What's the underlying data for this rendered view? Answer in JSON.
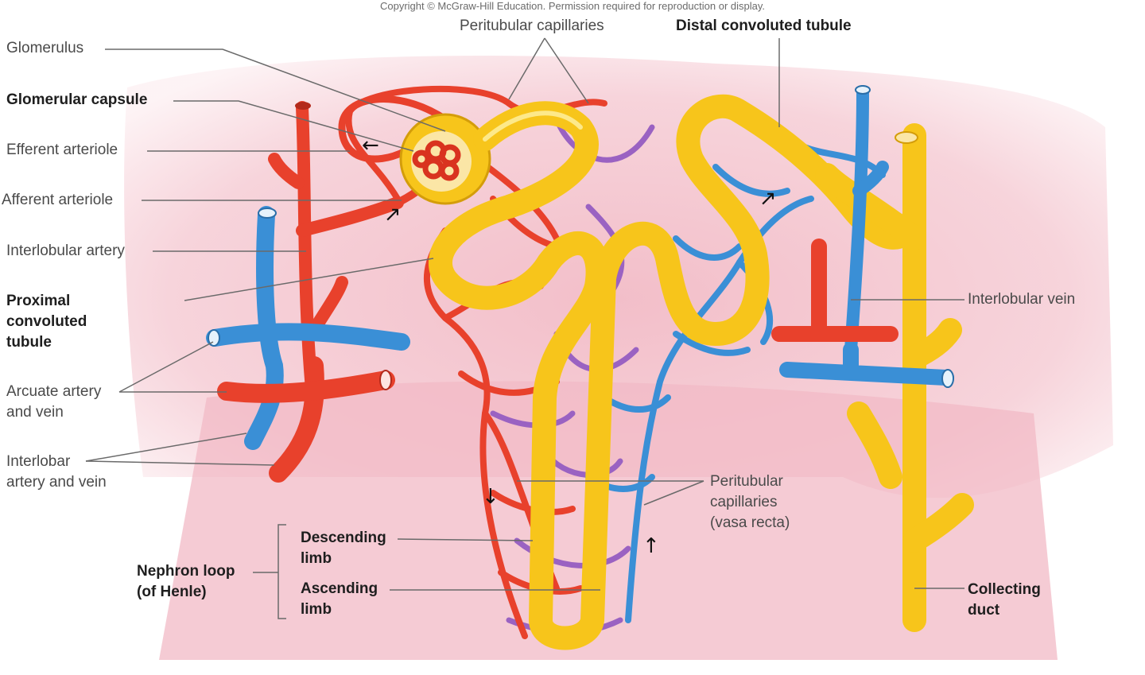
{
  "copyright": "Copyright © McGraw-Hill Education. Permission required for reproduction or display.",
  "labels": {
    "glomerulus": "Glomerulus",
    "glomerular_capsule": "Glomerular capsule",
    "efferent_arteriole": "Efferent arteriole",
    "afferent_arteriole": "Afferent arteriole",
    "interlobular_artery": "Interlobular artery",
    "proximal_convoluted_tubule": [
      "Proximal",
      "convoluted",
      "tubule"
    ],
    "arcuate_artery_vein": [
      "Arcuate artery",
      "and vein"
    ],
    "interlobar_artery_vein": [
      "Interlobar",
      "artery and vein"
    ],
    "peritubular_capillaries_top": "Peritubular capillaries",
    "distal_convoluted_tubule": "Distal convoluted tubule",
    "interlobular_vein": "Interlobular vein",
    "peritubular_capillaries_vasa_recta": [
      "Peritubular",
      "capillaries",
      "(vasa recta)"
    ],
    "descending_limb": [
      "Descending",
      "limb"
    ],
    "ascending_limb": [
      "Ascending",
      "limb"
    ],
    "nephron_loop": [
      "Nephron loop",
      "(of Henle)"
    ],
    "collecting_duct": [
      "Collecting",
      "duct"
    ]
  },
  "colors": {
    "artery": "#e8412c",
    "vein": "#3a8fd6",
    "capillary_mix": "#9a62c2",
    "tubule": "#f7c51b",
    "tissue": "#f3c3cd",
    "leader_line": "#6a6a6a"
  },
  "icons": {
    "flow_arrow": "flow-arrow-icon"
  }
}
